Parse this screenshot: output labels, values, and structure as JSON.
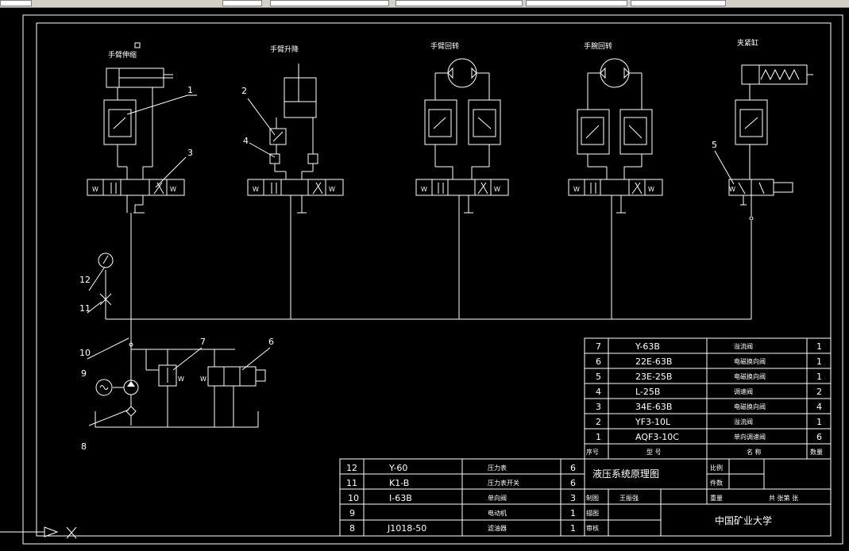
{
  "toolbar": {
    "cells": [
      "",
      "",
      "",
      "",
      "",
      ""
    ]
  },
  "components": [
    {
      "label": "手臂伸缩"
    },
    {
      "label": "手臂升降"
    },
    {
      "label": "手臂回转"
    },
    {
      "label": "手腕回转"
    },
    {
      "label": "夹紧缸"
    }
  ],
  "callouts": [
    "1",
    "2",
    "3",
    "4",
    "5",
    "6",
    "7",
    "8",
    "9",
    "10",
    "11",
    "12"
  ],
  "parts_table": {
    "rows": [
      {
        "no": "7",
        "code": "Y-63B",
        "name": "溢流阀",
        "qty": "1"
      },
      {
        "no": "6",
        "code": "22E-63B",
        "name": "电磁换向阀",
        "qty": "1"
      },
      {
        "no": "5",
        "code": "23E-25B",
        "name": "电磁换向阀",
        "qty": "1"
      },
      {
        "no": "4",
        "code": "L-25B",
        "name": "调速阀",
        "qty": "2"
      },
      {
        "no": "3",
        "code": "34E-63B",
        "name": "电磁换向阀",
        "qty": "4"
      },
      {
        "no": "2",
        "code": "YF3-10L",
        "name": "溢流阀",
        "qty": "1"
      },
      {
        "no": "1",
        "code": "AQF3-10C",
        "name": "单向调速阀",
        "qty": "6"
      }
    ],
    "header": {
      "no": "序号",
      "code": "型 号",
      "name": "名 称",
      "qty": "数量"
    }
  },
  "lower_table": {
    "rows": [
      {
        "no": "12",
        "code": "Y-60",
        "name": "压力表",
        "qty": "6"
      },
      {
        "no": "11",
        "code": "K1-B",
        "name": "压力表开关",
        "qty": "6"
      },
      {
        "no": "10",
        "code": "I-63B",
        "name": "单向阀",
        "qty": "3"
      },
      {
        "no": "9",
        "code": "",
        "name": "电动机",
        "qty": "1"
      },
      {
        "no": "8",
        "code": "J1018-50",
        "name": "滤油器",
        "qty": "1"
      }
    ]
  },
  "title_block": {
    "drawing_title": "液压系统原理图",
    "scale_label": "比例",
    "part_label": "件数",
    "weight_label": "重量",
    "sheet_text": "共 张第 张",
    "drawn_label": "制图",
    "drawn_name": "王振强",
    "design_label": "描图",
    "review_label": "审核",
    "school": "中国矿业大学"
  },
  "colors": {
    "background": "#000000",
    "lines": "#ffffff"
  }
}
